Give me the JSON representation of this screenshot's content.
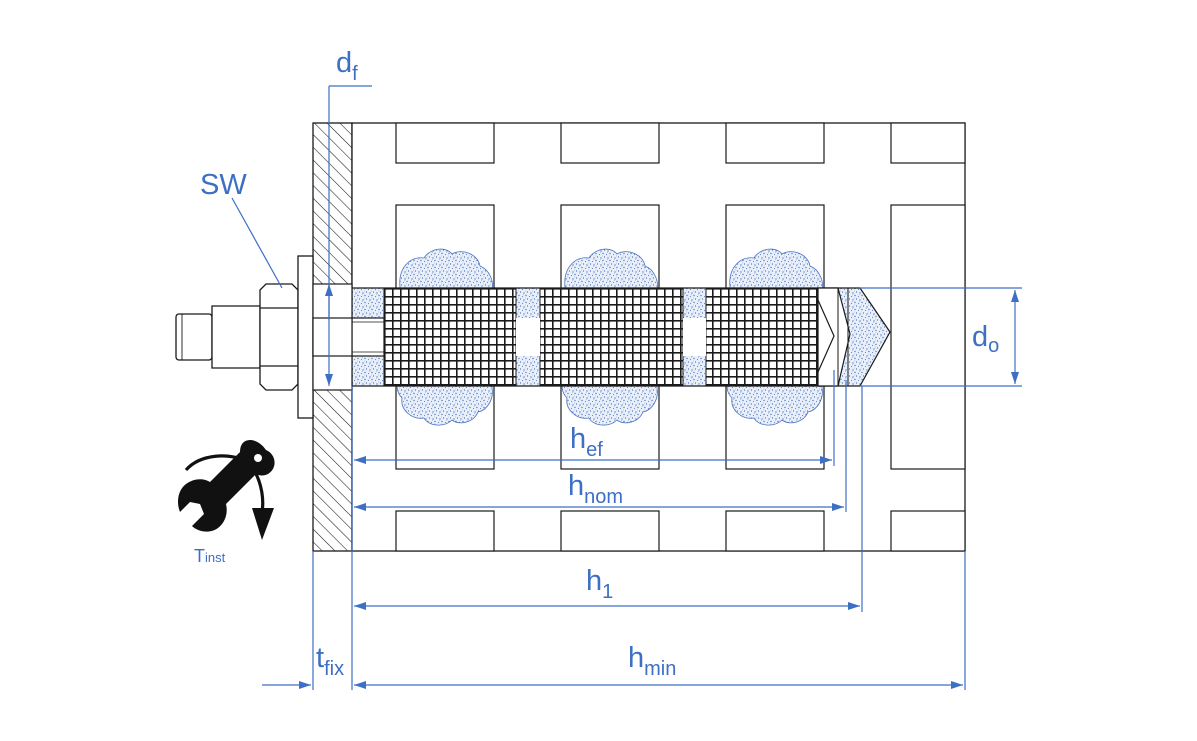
{
  "labels": {
    "df": {
      "main": "d",
      "sub": "f"
    },
    "sw": "SW",
    "tinst": {
      "main": "T",
      "sub": "inst"
    },
    "do": {
      "main": "d",
      "sub": "o"
    },
    "hef": {
      "main": "h",
      "sub": "ef"
    },
    "hnom": {
      "main": "h",
      "sub": "nom"
    },
    "h1": {
      "main": "h",
      "sub": "1"
    },
    "tfix": {
      "main": "t",
      "sub": "fix"
    },
    "hmin": {
      "main": "h",
      "sub": "min"
    }
  },
  "colors": {
    "dimension": "#3d6fc4",
    "outline": "#1a1a1a",
    "mortar": "#5a7fc4"
  },
  "icons": {
    "torque": "wrench-rotation-icon"
  }
}
